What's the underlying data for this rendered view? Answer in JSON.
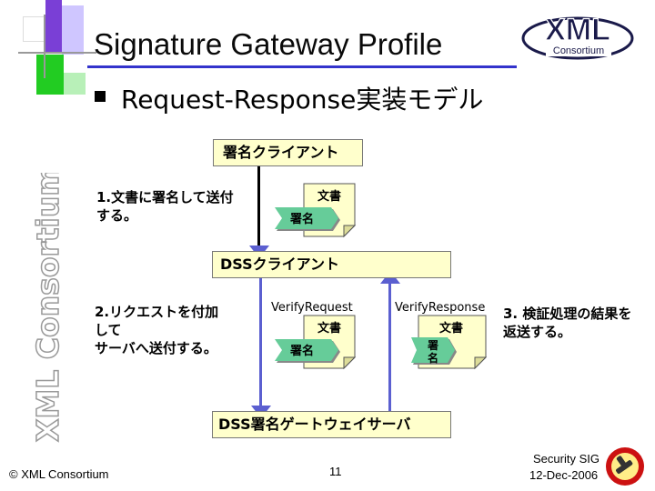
{
  "header": {
    "title": "Signature Gateway Profile",
    "bullet_text": "Request-Response実装モデル",
    "logo": {
      "big": "XML",
      "small": "Consortium"
    }
  },
  "sidebar": {
    "vertical_text": "XML Consortium"
  },
  "diagram": {
    "client_label": "署名クライアント",
    "step1": [
      "1.文書に署名して送付",
      "する。"
    ],
    "dss_client_label": "DSSクライアント",
    "step2": [
      "2.リクエストを付加",
      "して",
      "サーバへ送付する。"
    ],
    "request_label": "VerifyRequest",
    "response_label": "VerifyResponse",
    "step3": [
      "3. 検証処理の結果を",
      "返送する。"
    ],
    "server_label": "DSS署名ゲートウェイサーバ",
    "doc_text": "文書",
    "sig_text": "署名",
    "sig_text_narrow": [
      "署",
      "名"
    ]
  },
  "footer": {
    "copyright": "© XML Consortium",
    "page_number": "11",
    "org": "Security SIG",
    "date": "12-Dec-2006"
  },
  "colors": {
    "title_rule": "#3333cc",
    "box_fill": "#ffffcc",
    "arrow": "#5b5fd0",
    "sig_fill": "#66cc99",
    "sidebar_text": "#999999"
  }
}
